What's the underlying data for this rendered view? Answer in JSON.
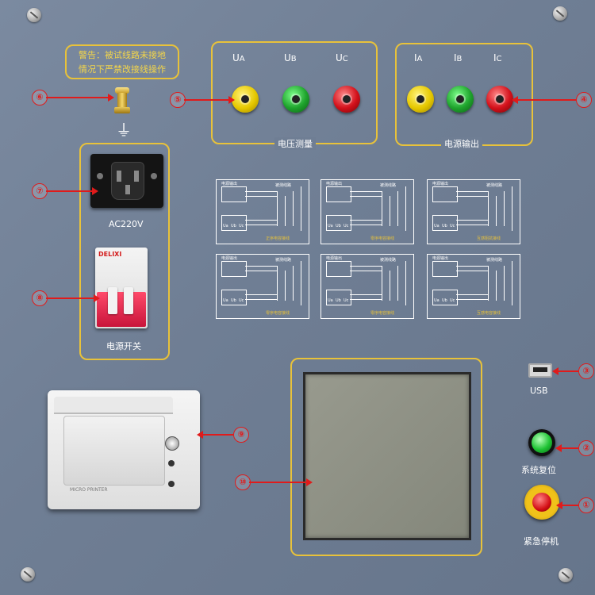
{
  "warning": {
    "line1": "警告：被试线路未接地",
    "line2": "情况下严禁改接线操作"
  },
  "voltage_group": {
    "title": "电压测量",
    "jacks": [
      {
        "label_main": "U",
        "label_sub": "A",
        "color": "yellow"
      },
      {
        "label_main": "U",
        "label_sub": "B",
        "color": "green"
      },
      {
        "label_main": "U",
        "label_sub": "C",
        "color": "red"
      }
    ]
  },
  "current_group": {
    "title": "电源输出",
    "jacks": [
      {
        "label_main": "I",
        "label_sub": "A",
        "color": "yellow"
      },
      {
        "label_main": "I",
        "label_sub": "B",
        "color": "green"
      },
      {
        "label_main": "I",
        "label_sub": "C",
        "color": "red"
      }
    ]
  },
  "ground_symbol": "⏚",
  "power": {
    "socket_label": "AC220V",
    "switch_label": "电源开关",
    "breaker_brand": "DELIXI"
  },
  "usb": {
    "label": "USB"
  },
  "reset_button": {
    "label": "系统复位"
  },
  "estop_button": {
    "label": "紧急停机"
  },
  "printer": {
    "label": "MICRO PRINTER"
  },
  "callouts": [
    "①",
    "②",
    "③",
    "④",
    "⑤",
    "⑥",
    "⑦",
    "⑧",
    "⑨",
    "⑩"
  ],
  "diagram_labels": {
    "row1": [
      {
        "title": "被测线路",
        "caption": "正序电容接线"
      },
      {
        "title": "被测线路",
        "caption": "零序电容接线"
      },
      {
        "title": "被测线路",
        "caption": "互感阻抗接线"
      }
    ],
    "row2": [
      {
        "title": "被测线路",
        "caption": "零序电容接线"
      },
      {
        "title": "被测线路",
        "caption": "零序电容接线"
      },
      {
        "title": "被测线路",
        "caption": "互感电容接线"
      }
    ],
    "header": "电源输出",
    "jack_labels": [
      "Ua",
      "Ub",
      "Uc"
    ]
  },
  "colors": {
    "panel": "#6f7e94",
    "frame": "#e8c23a",
    "callout": "#e01b1b",
    "lcd": "#8f9186"
  }
}
